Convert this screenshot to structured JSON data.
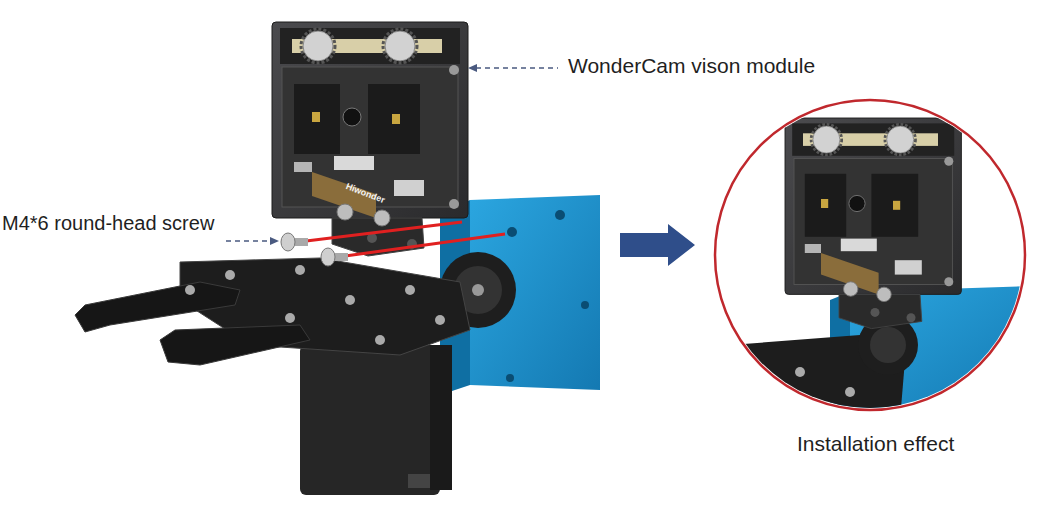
{
  "diagram": {
    "labels": [
      "WonderCam vison module",
      "M4*6 round-head screw",
      "Installation effect",
      "Hiwonder"
    ]
  }
}
